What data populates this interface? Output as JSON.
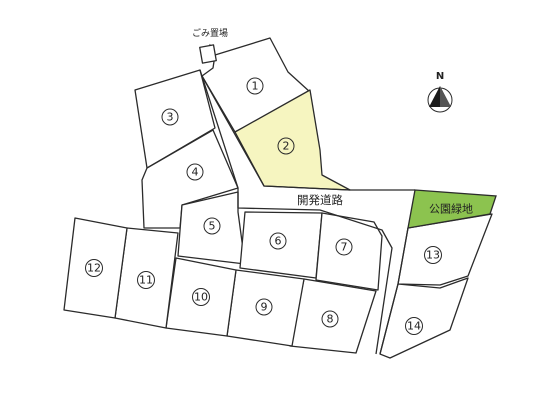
{
  "labels": {
    "garbage": "ごみ置場",
    "road": "開発道路",
    "park": "公園緑地",
    "north": "N"
  },
  "lots": [
    {
      "id": "lot-1",
      "number": "1"
    },
    {
      "id": "lot-2",
      "number": "2",
      "highlight": true
    },
    {
      "id": "lot-3",
      "number": "3"
    },
    {
      "id": "lot-4",
      "number": "4"
    },
    {
      "id": "lot-5",
      "number": "5"
    },
    {
      "id": "lot-6",
      "number": "6"
    },
    {
      "id": "lot-7",
      "number": "7"
    },
    {
      "id": "lot-8",
      "number": "8"
    },
    {
      "id": "lot-9",
      "number": "9"
    },
    {
      "id": "lot-10",
      "number": "10"
    },
    {
      "id": "lot-11",
      "number": "11"
    },
    {
      "id": "lot-12",
      "number": "12"
    },
    {
      "id": "lot-13",
      "number": "13"
    },
    {
      "id": "lot-14",
      "number": "14"
    }
  ],
  "colors": {
    "highlight": "#f6f5c0",
    "park": "#8cc34f",
    "line": "#2b2b2b"
  }
}
